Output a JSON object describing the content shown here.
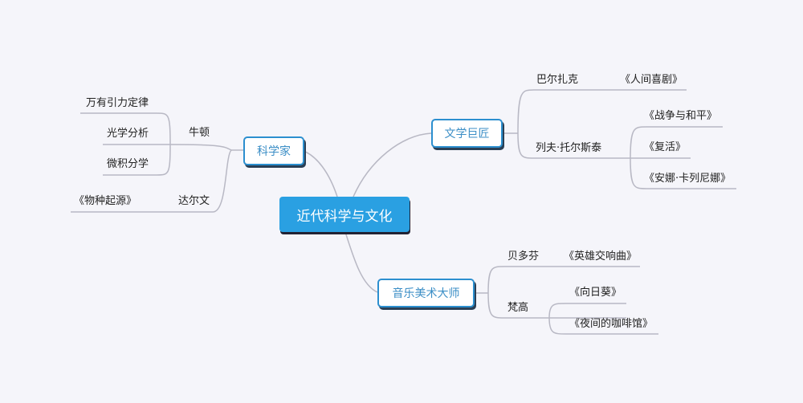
{
  "root": "近代科学与文化",
  "branches": {
    "science": {
      "label": "科学家",
      "newton": {
        "name": "牛顿",
        "works": [
          "万有引力定律",
          "光学分析",
          "微积分学"
        ]
      },
      "darwin": {
        "name": "达尔文",
        "works": [
          "《物种起源》"
        ]
      }
    },
    "literature": {
      "label": "文学巨匠",
      "balzac": {
        "name": "巴尔扎克",
        "works": [
          "《人间喜剧》"
        ]
      },
      "tolstoy": {
        "name": "列夫·托尔斯泰",
        "works": [
          "《战争与和平》",
          "《复活》",
          "《安娜·卡列尼娜》"
        ]
      }
    },
    "arts": {
      "label": "音乐美术大师",
      "beethoven": {
        "name": "贝多芬",
        "works": [
          "《英雄交响曲》"
        ]
      },
      "vangogh": {
        "name": "梵高",
        "works": [
          "《向日葵》",
          "《夜间的咖啡馆》"
        ]
      }
    }
  }
}
